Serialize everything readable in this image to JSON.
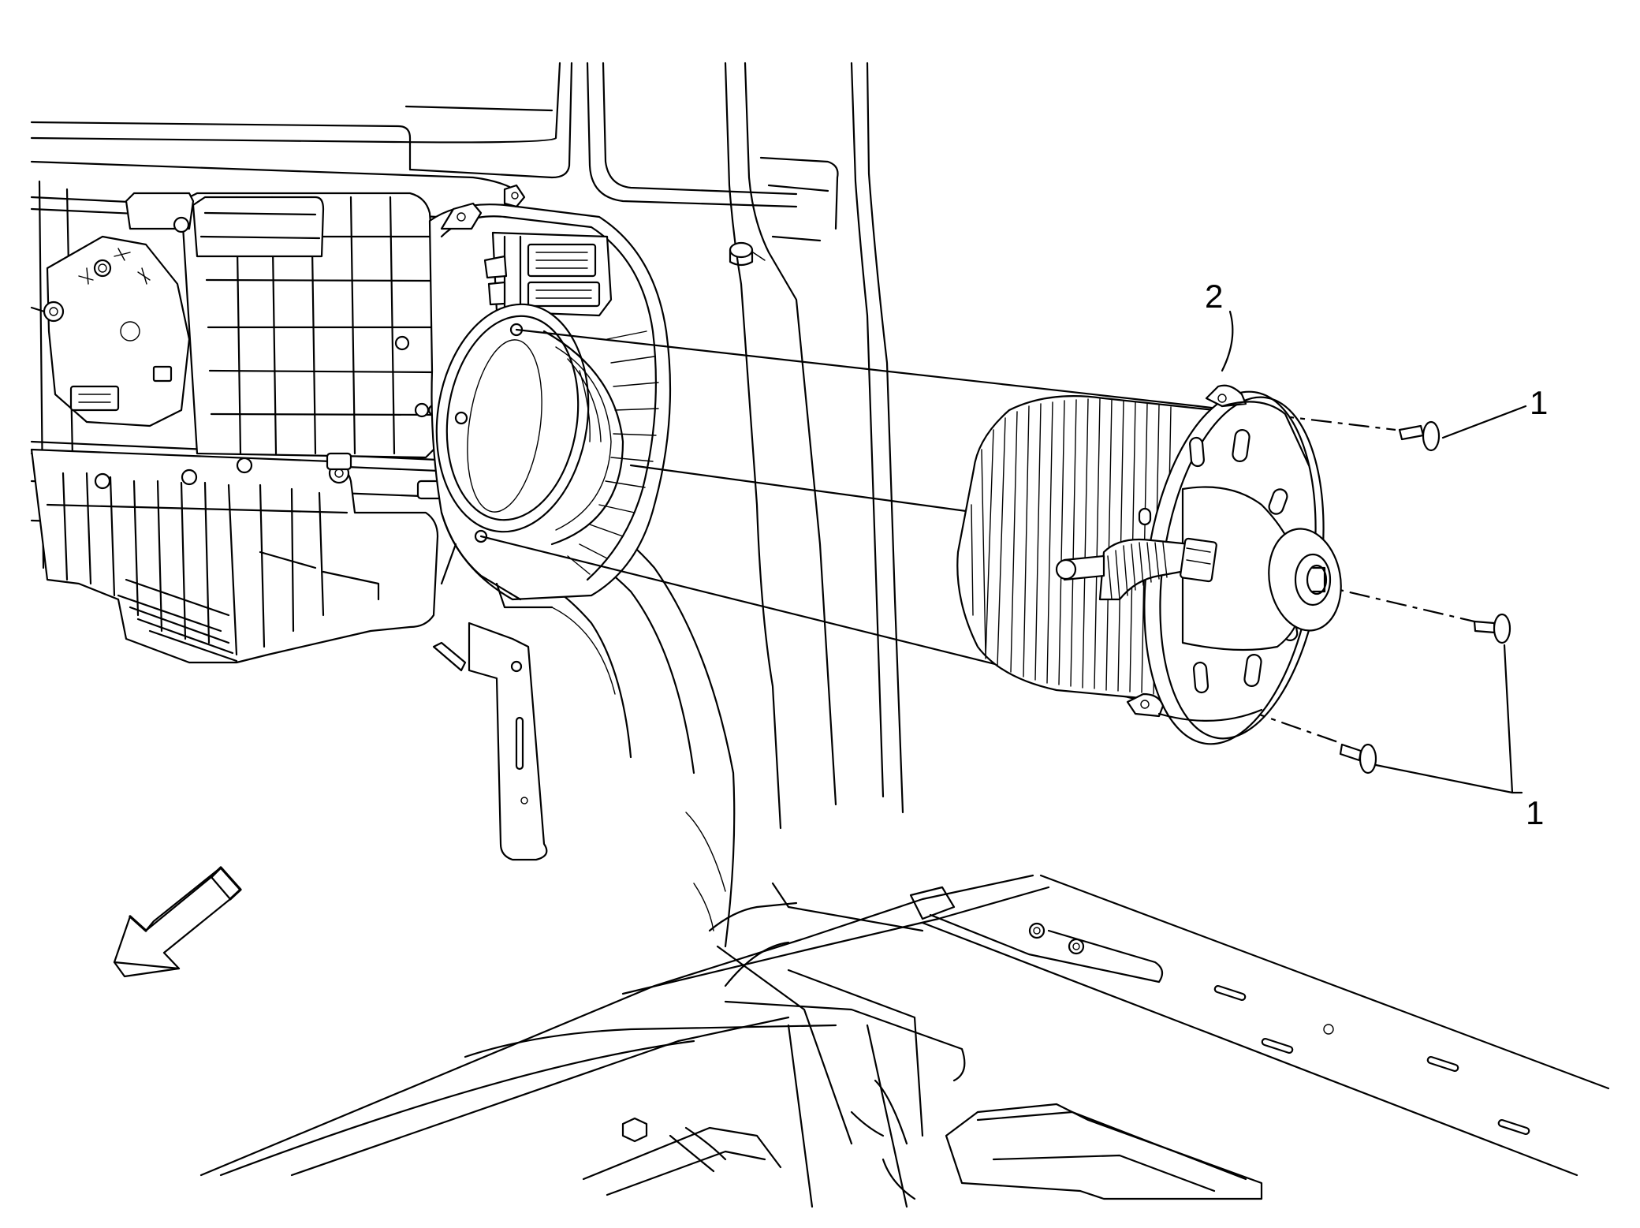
{
  "figure": {
    "callouts": [
      {
        "id": "c1a",
        "text": "1"
      },
      {
        "id": "c1b",
        "text": "1"
      },
      {
        "id": "c2",
        "text": "2"
      }
    ],
    "icons": [
      "front-direction-arrow-icon"
    ],
    "colors": {
      "line": "#000000",
      "background": "#ffffff"
    }
  }
}
